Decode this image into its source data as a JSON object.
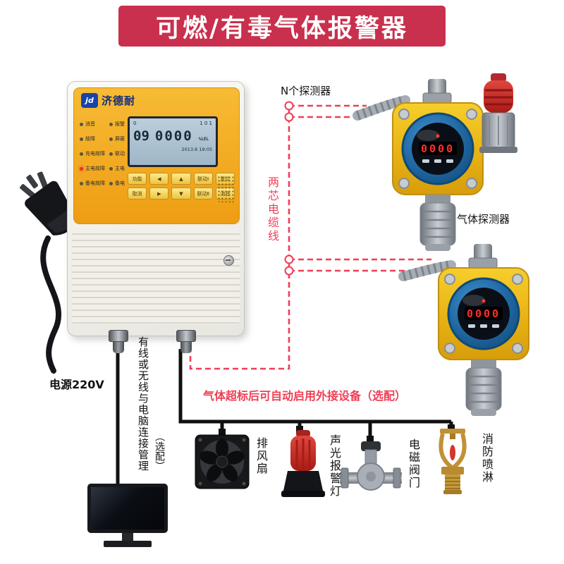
{
  "banner": {
    "title": "可燃/有毒气体报警器"
  },
  "colors": {
    "banner_bg": "#c9304d",
    "wire_red": "#ef3f55",
    "panel_orange": "#f2a71f",
    "detector_yellow": "#e9b80f",
    "detector_blue": "#1f6fb5"
  },
  "controller": {
    "brand": "济德耐",
    "logo_text": "jd",
    "lcd": {
      "row1_left": "0",
      "row1_right": "1 0 1",
      "main_left": "09",
      "main_right": "0000",
      "unit": "%LEL",
      "status": "2013.6  19:05"
    },
    "indicators": [
      {
        "label": "消音",
        "state": "off"
      },
      {
        "label": "报警",
        "state": "off"
      },
      {
        "label": "故障",
        "state": "off"
      },
      {
        "label": "屏蔽",
        "state": "off"
      },
      {
        "label": "充电故障",
        "state": "off"
      },
      {
        "label": "联动",
        "state": "off"
      },
      {
        "label": "主电故障",
        "state": "red"
      },
      {
        "label": "主电",
        "state": "off"
      },
      {
        "label": "备电故障",
        "state": "off"
      },
      {
        "label": "备电",
        "state": "off"
      }
    ],
    "buttons": [
      "功能",
      "◀",
      "▲",
      "联动Ⅰ",
      "复位",
      "取消",
      "▶",
      "▼",
      "联动Ⅱ",
      "消音"
    ]
  },
  "annotations": {
    "power": "电源220V",
    "detector_count": "N个探测器",
    "cable": "两芯电缆线",
    "gas_detector": "气体探测器",
    "pc_link": "有线或无线与电脑连接管理",
    "pc_link_note": "（选配）",
    "external_note": "气体超标后可自动启用外接设备（选配）"
  },
  "detector": {
    "display": "0000"
  },
  "external_devices": [
    {
      "label": "排风扇"
    },
    {
      "label": "声光报警灯"
    },
    {
      "label": "电磁阀门"
    },
    {
      "label": "消防喷淋"
    }
  ]
}
